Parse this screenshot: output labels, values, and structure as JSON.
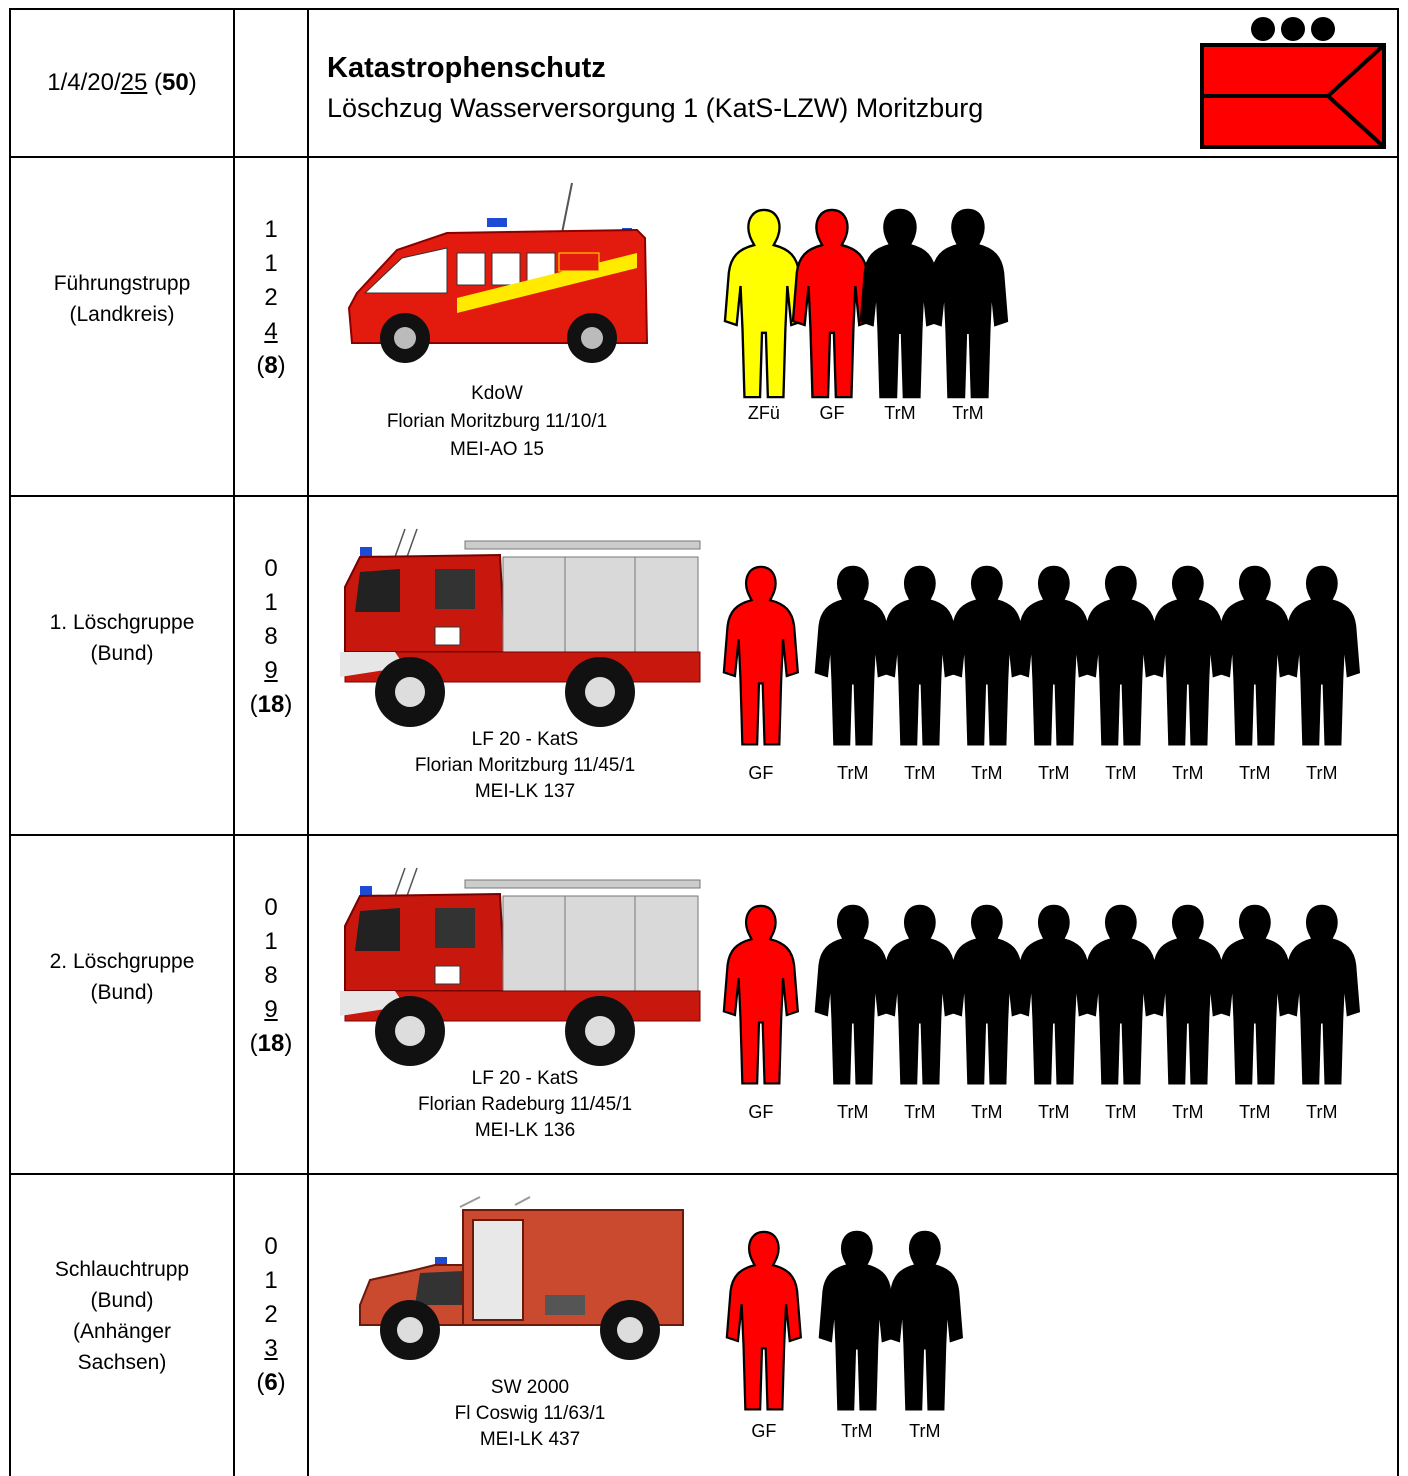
{
  "header": {
    "strength_prefix": "1/4/20/",
    "strength_underlined": "25",
    "strength_total": "50",
    "title": "Katastrophenschutz",
    "subtitle": "Löschzug Wasserversorgung 1 (KatS-LZW) Moritzburg"
  },
  "symbol_colors": {
    "fill": "#ff0000",
    "stroke": "#000000",
    "dots": 3
  },
  "units": [
    {
      "name_lines": [
        "Führungstrupp",
        "(Landkreis)"
      ],
      "strength": [
        "1",
        "1",
        "2"
      ],
      "strength_underlined": "4",
      "strength_total": "8",
      "vehicle_icon": "command-van-icon",
      "vehicle_lines": [
        "KdoW",
        "Florian Moritzburg 11/10/1",
        "MEI-AO 15"
      ],
      "crew": [
        {
          "role": "ZFü",
          "color": "#ffff00"
        },
        {
          "role": "GF",
          "color": "#ff0000"
        },
        {
          "role": "TrM",
          "color": "#000000"
        },
        {
          "role": "TrM",
          "color": "#000000"
        }
      ]
    },
    {
      "name_lines": [
        "1. Löschgruppe",
        "(Bund)"
      ],
      "strength": [
        "0",
        "1",
        "8"
      ],
      "strength_underlined": "9",
      "strength_total": "18",
      "vehicle_icon": "fire-engine-icon",
      "vehicle_lines": [
        "LF 20 - KatS",
        "Florian Moritzburg 11/45/1",
        "MEI-LK 137"
      ],
      "crew": [
        {
          "role": "GF",
          "color": "#ff0000"
        },
        {
          "role": "TrM",
          "color": "#000000"
        },
        {
          "role": "TrM",
          "color": "#000000"
        },
        {
          "role": "TrM",
          "color": "#000000"
        },
        {
          "role": "TrM",
          "color": "#000000"
        },
        {
          "role": "TrM",
          "color": "#000000"
        },
        {
          "role": "TrM",
          "color": "#000000"
        },
        {
          "role": "TrM",
          "color": "#000000"
        },
        {
          "role": "TrM",
          "color": "#000000"
        }
      ]
    },
    {
      "name_lines": [
        "2. Löschgruppe",
        "(Bund)"
      ],
      "strength": [
        "0",
        "1",
        "8"
      ],
      "strength_underlined": "9",
      "strength_total": "18",
      "vehicle_icon": "fire-engine-icon",
      "vehicle_lines": [
        "LF 20 - KatS",
        "Florian Radeburg 11/45/1",
        "MEI-LK 136"
      ],
      "crew": [
        {
          "role": "GF",
          "color": "#ff0000"
        },
        {
          "role": "TrM",
          "color": "#000000"
        },
        {
          "role": "TrM",
          "color": "#000000"
        },
        {
          "role": "TrM",
          "color": "#000000"
        },
        {
          "role": "TrM",
          "color": "#000000"
        },
        {
          "role": "TrM",
          "color": "#000000"
        },
        {
          "role": "TrM",
          "color": "#000000"
        },
        {
          "role": "TrM",
          "color": "#000000"
        },
        {
          "role": "TrM",
          "color": "#000000"
        }
      ]
    },
    {
      "name_lines": [
        "Schlauchtrupp",
        "(Bund)",
        "(Anhänger",
        "Sachsen)"
      ],
      "strength": [
        "0",
        "1",
        "2"
      ],
      "strength_underlined": "3",
      "strength_total": "6",
      "vehicle_icon": "hose-truck-icon",
      "vehicle_lines": [
        "SW 2000",
        "Fl Coswig 11/63/1",
        "MEI-LK 437"
      ],
      "crew": [
        {
          "role": "GF",
          "color": "#ff0000"
        },
        {
          "role": "TrM",
          "color": "#000000"
        },
        {
          "role": "TrM",
          "color": "#000000"
        }
      ]
    }
  ]
}
